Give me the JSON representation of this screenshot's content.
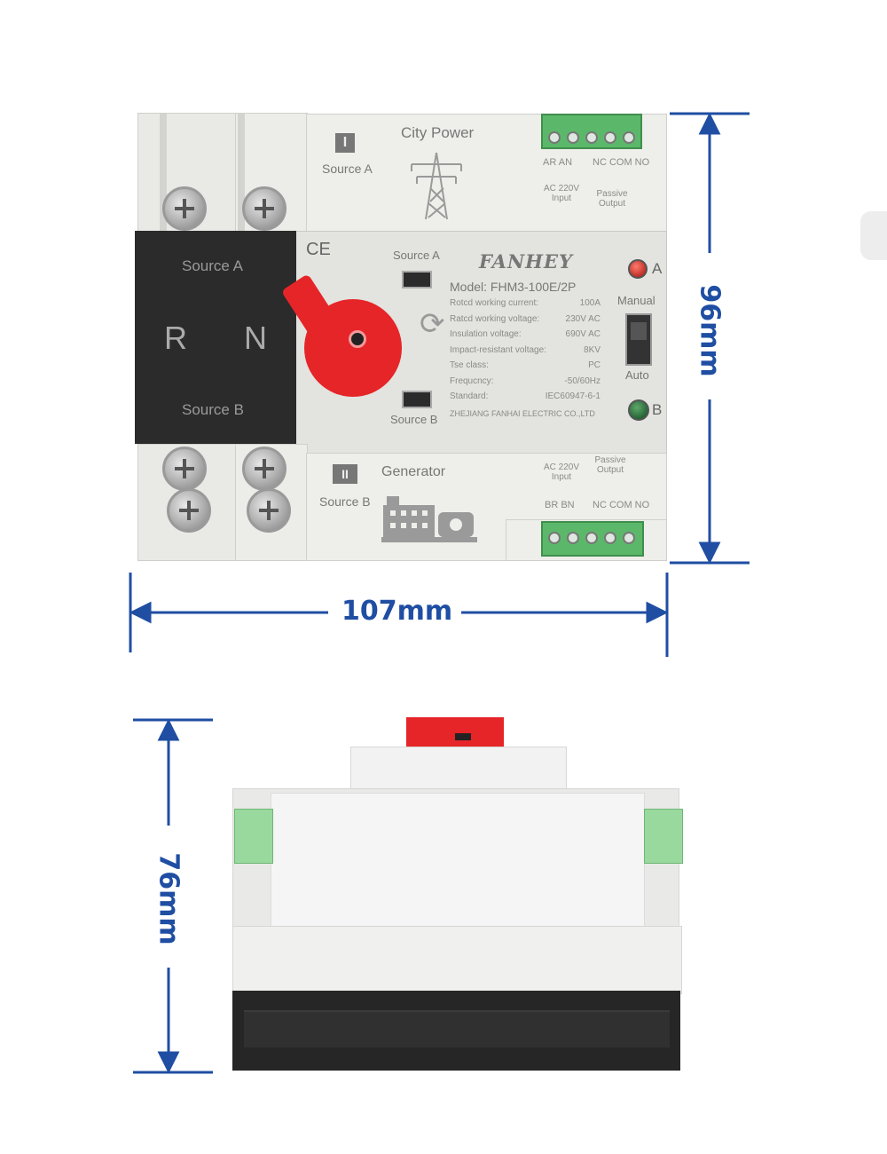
{
  "top_view": {
    "source_a_label_top": "Source A",
    "roman_one": "I",
    "city_power": "City Power",
    "input_terms_top": "AR AN",
    "input_label_top": "AC 220V\nInput",
    "output_terms_top": "NC COM NO",
    "output_label_top": "Passive\nOutput",
    "ce_mark": "CE",
    "source_a_switch": "Source A",
    "source_b_switch": "Source B",
    "brand": "FANHEY",
    "model": "Model: FHM3-100E/2P",
    "specs": [
      {
        "k": "Rotcd working current:",
        "v": "100A"
      },
      {
        "k": "Ratcd working voltage:",
        "v": "230V AC"
      },
      {
        "k": "Insulation voltage:",
        "v": "690V AC"
      },
      {
        "k": "Impact-resistant voltage:",
        "v": "8KV"
      },
      {
        "k": "Tse class:",
        "v": "PC"
      },
      {
        "k": "Frequcncy:",
        "v": "-50/60Hz"
      },
      {
        "k": "Standard:",
        "v": "IEC60947-6-1"
      }
    ],
    "manufacturer": "ZHEJIANG FANHAI ELECTRIC CO.,LTD",
    "indicator_a": "A",
    "indicator_b": "B",
    "manual": "Manual",
    "auto": "Auto",
    "cover_source_a": "Source A",
    "cover_r": "R",
    "cover_n": "N",
    "cover_source_b": "Source B",
    "roman_two": "II",
    "source_b_label_bottom": "Source B",
    "generator": "Generator",
    "input_label_bottom": "AC 220V\nInput",
    "output_label_bottom": "Passive\nOutput",
    "input_terms_bottom": "BR BN",
    "output_terms_bottom": "NC COM NO",
    "width_dim": "107mm",
    "height_dim": "96mm"
  },
  "side_view": {
    "depth_dim": "76mm"
  },
  "colors": {
    "dimension_blue": "#1f4ea3",
    "handle_red": "#e52528",
    "terminal_green": "#5bb86a",
    "cover_black": "#2b2b2b"
  }
}
